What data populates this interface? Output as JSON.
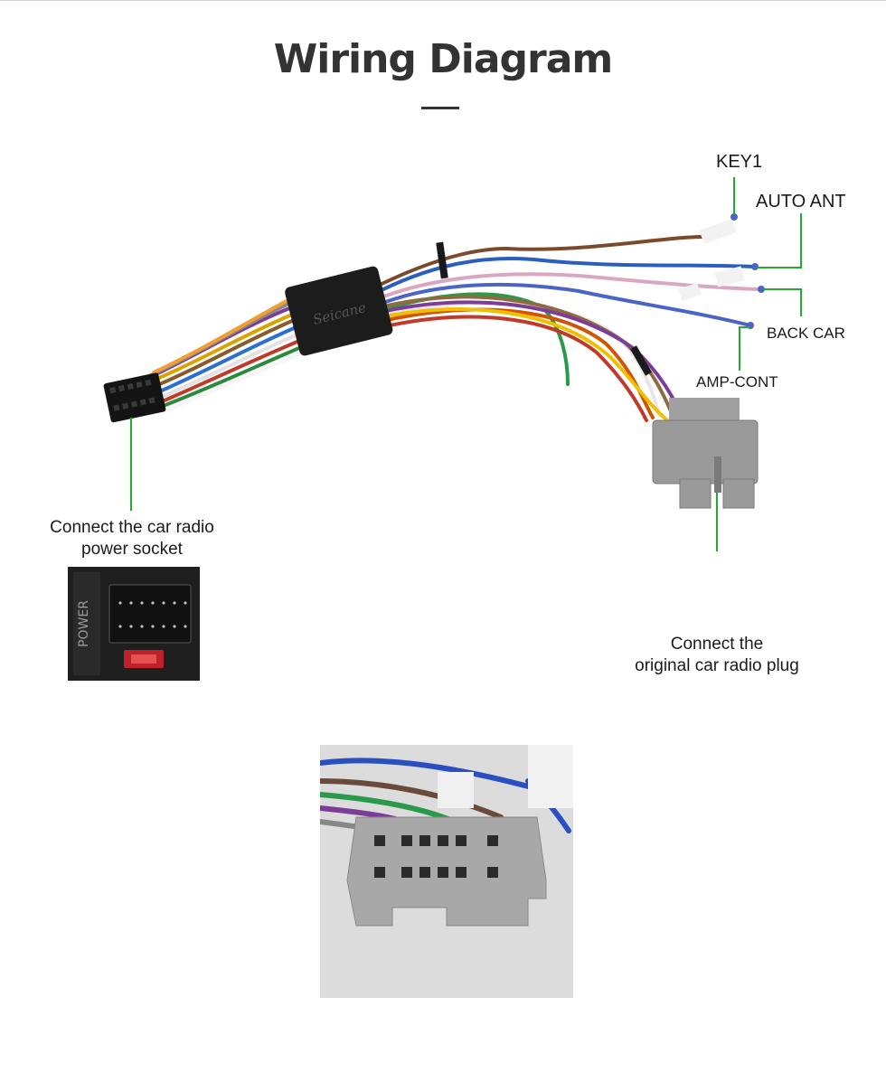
{
  "title": "Wiring Diagram",
  "brand": "Seicane",
  "labels": {
    "key1": "KEY1",
    "auto_ant": "AUTO ANT",
    "back_car": "BACK CAR",
    "amp_cont": "AMP-CONT",
    "power_socket_line1": "Connect the car radio",
    "power_socket_line2": "power socket",
    "orig_plug_line1": "Connect the",
    "orig_plug_line2": "original car radio plug"
  },
  "socket_photo_text": "POWER",
  "colors": {
    "leader_line": "#22aa33",
    "title": "#333333",
    "connector_gray": "#9a9a9a",
    "sleeve": "#1c1c1c"
  }
}
